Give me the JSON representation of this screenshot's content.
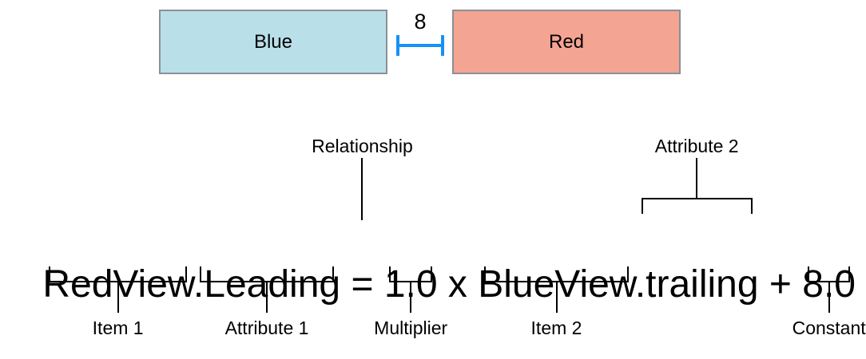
{
  "colors": {
    "blue_fill": "#b9dfe9",
    "red_fill": "#f4a492",
    "box_border": "#8a9196",
    "spacing_blue": "#1791f5",
    "text": "#000000",
    "line": "#000000"
  },
  "views": {
    "blue_label": "Blue",
    "red_label": "Red",
    "spacing_value": "8"
  },
  "formula": {
    "full_text": "RedView.Leading = 1.0 x BlueView.trailing + 8.0",
    "segments": [
      {
        "key": "item1",
        "text": "RedView"
      },
      {
        "key": "attribute1",
        "text": ".Leading"
      },
      {
        "key": "space",
        "text": " "
      },
      {
        "key": "relation",
        "text": "="
      },
      {
        "key": "space",
        "text": " "
      },
      {
        "key": "multiplier",
        "text": "1.0"
      },
      {
        "key": "times-operator",
        "text": " x "
      },
      {
        "key": "item2",
        "text": "BlueView"
      },
      {
        "key": "attribute2",
        "text": ".trailing"
      },
      {
        "key": "plus-operator",
        "text": " + "
      },
      {
        "key": "constant",
        "text": "8.0"
      }
    ]
  },
  "annotations": {
    "relationship": "Relationship",
    "attribute2": "Attribute 2",
    "item1": "Item 1",
    "attribute1": "Attribute 1",
    "multiplier": "Multiplier",
    "item2": "Item 2",
    "constant": "Constant"
  }
}
